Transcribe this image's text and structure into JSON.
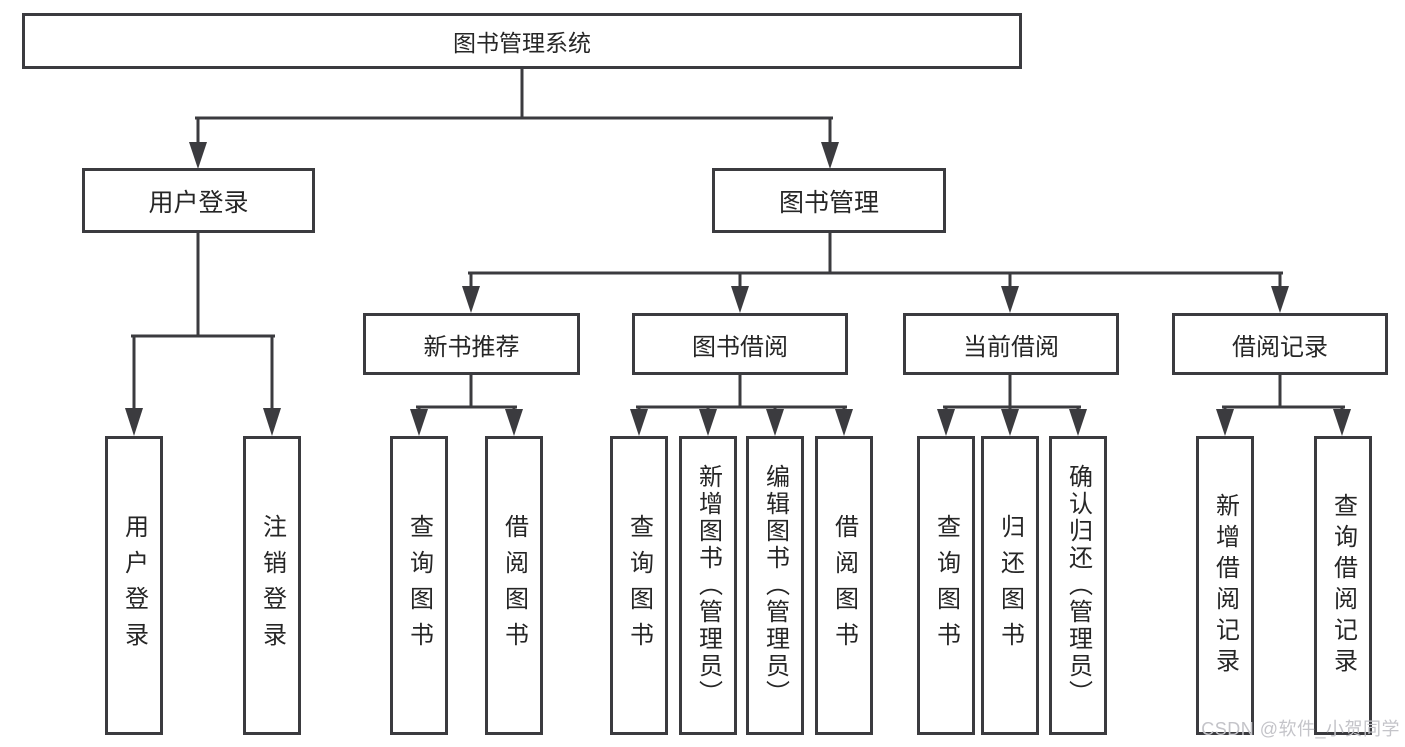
{
  "diagram": {
    "root": {
      "label": "图书管理系统"
    },
    "level2": [
      {
        "label": "用户登录"
      },
      {
        "label": "图书管理"
      }
    ],
    "level3": [
      {
        "label": "新书推荐"
      },
      {
        "label": "图书借阅"
      },
      {
        "label": "当前借阅"
      },
      {
        "label": "借阅记录"
      }
    ],
    "leaves": {
      "user_login": [
        "用户登录",
        "注销登录"
      ],
      "new_book": [
        "查询图书",
        "借阅图书"
      ],
      "book_borrow": [
        "查询图书",
        "新增图书（管理员）",
        "编辑图书（管理员）",
        "借阅图书"
      ],
      "current_borrow": [
        "查询图书",
        "归还图书",
        "确认归还（管理员）"
      ],
      "borrow_record": [
        "新增借阅记录",
        "查询借阅记录"
      ]
    }
  },
  "watermark": {
    "text": "CSDN @软件_小贺同学"
  },
  "colors": {
    "line": "#3b3b3f",
    "text": "#262626",
    "watermark": "#c4c4c9",
    "background": "#ffffff"
  }
}
